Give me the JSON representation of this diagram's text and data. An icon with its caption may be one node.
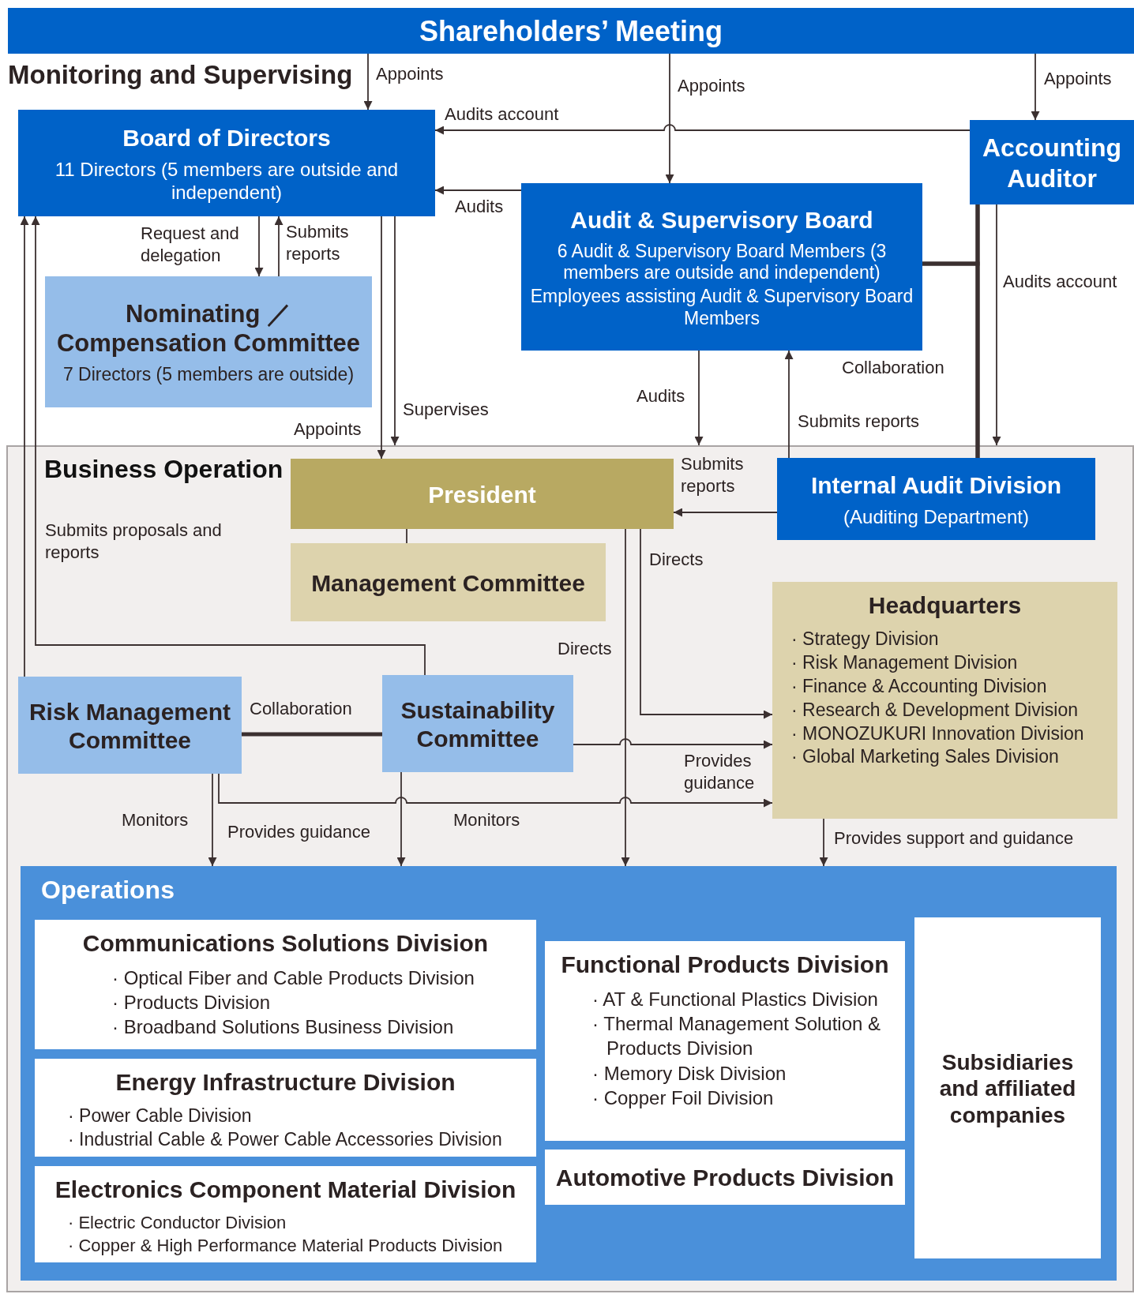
{
  "diagram": {
    "nodes": [
      {
        "text": [
          "Shareholders’ Meeting"
        ]
      },
      {
        "text": [
          "Board of Directors",
          "11 Directors (5 members are outside and independent)"
        ]
      },
      {
        "text": [
          "Nominating ／ Compensation Committee",
          "7 Directors (5 members are outside)"
        ]
      },
      {
        "text": [
          "Audit & Supervisory Board",
          "6 Audit & Supervisory Board Members (3 members are outside and independent)",
          "Employees assisting Audit & Supervisory Board Members"
        ]
      },
      {
        "text": [
          "Accounting Auditor"
        ]
      },
      {
        "text": [
          "Business Operation"
        ]
      },
      {
        "text": [
          "President"
        ],
        "in": 5
      },
      {
        "text": [
          "Management Committee"
        ],
        "in": 5
      },
      {
        "text": [
          "Internal Audit Division",
          "(Auditing Department)"
        ],
        "in": 5
      },
      {
        "text": [
          "Headquarters",
          "· Strategy Division",
          "· Risk Management Division",
          "· Finance & Accounting Division",
          "· Research & Development Division",
          "· MONOZUKURI Innovation Division",
          "· Global Marketing Sales Division"
        ],
        "in": 5
      },
      {
        "text": [
          "Risk Management Committee"
        ],
        "in": 5
      },
      {
        "text": [
          "Sustainability Committee"
        ],
        "in": 5
      },
      {
        "text": [
          "Operations"
        ],
        "in": 5
      },
      {
        "text": [
          "Communications Solutions Division",
          "· Optical Fiber and Cable Products Division",
          "· Products Division",
          "· Broadband Solutions Business Division"
        ],
        "in": 12
      },
      {
        "text": [
          "Energy Infrastructure Division",
          "· Power Cable Division",
          "· Industrial Cable & Power Cable Accessories Division"
        ],
        "in": 12
      },
      {
        "text": [
          "Electronics Component Material Division",
          "· Electric Conductor Division",
          "· Copper & High Performance Material Products Division"
        ],
        "in": 12
      },
      {
        "text": [
          "Functional Products Division",
          "· AT & Functional Plastics Division",
          "· Thermal Management Solution & Products Division",
          "· Memory Disk Division",
          "· Copper Foil Division"
        ],
        "in": 12
      },
      {
        "text": [
          "Automotive Products Division"
        ],
        "in": 12
      },
      {
        "text": [
          "Subsidiaries and affiliated companies"
        ],
        "in": 12
      }
    ],
    "edges": [
      {
        "from": 0,
        "to": 1,
        "arrow": "to",
        "label": "Appoints"
      },
      {
        "from": 0,
        "to": 3,
        "arrow": "to",
        "label": "Appoints"
      },
      {
        "from": 0,
        "to": 4,
        "arrow": "to",
        "label": "Appoints"
      },
      {
        "from": 4,
        "to": 1,
        "arrow": "to",
        "label": "Audits account"
      },
      {
        "from": 3,
        "to": 1,
        "arrow": "to",
        "label": "Audits"
      },
      {
        "from": 1,
        "to": 2,
        "arrow": "to",
        "label": "Request and delegation"
      },
      {
        "from": 2,
        "to": 1,
        "arrow": "to",
        "label": "Submits reports"
      },
      {
        "from": 1,
        "to": 6,
        "arrow": "to",
        "label": "Appoints"
      },
      {
        "from": 1,
        "to": 5,
        "arrow": "to",
        "label": "Supervises"
      },
      {
        "from": 3,
        "to": 5,
        "arrow": "to",
        "label": "Audits"
      },
      {
        "from": 8,
        "to": 3,
        "arrow": "to",
        "label": "Submits reports"
      },
      {
        "from": 3,
        "to": 4,
        "arrow": "none",
        "style": "thick"
      },
      {
        "from": 3,
        "to": 8,
        "arrow": "none",
        "style": "thick",
        "label": "Collaboration"
      },
      {
        "from": 4,
        "to": 8,
        "arrow": "none",
        "style": "thick"
      },
      {
        "from": 4,
        "to": 5,
        "arrow": "to",
        "label": "Audits account"
      },
      {
        "from": 8,
        "to": 6,
        "arrow": "to",
        "label": "Submits reports"
      },
      {
        "from": 6,
        "to": 7,
        "arrow": "none"
      },
      {
        "from": 6,
        "to": 9,
        "arrow": "to",
        "label": "Directs"
      },
      {
        "from": 6,
        "to": 12,
        "arrow": "to",
        "label": "Directs"
      },
      {
        "from": 10,
        "to": 1,
        "arrow": "to",
        "label": "Submits proposals and reports"
      },
      {
        "from": 11,
        "to": 1,
        "arrow": "to"
      },
      {
        "from": 10,
        "to": 11,
        "arrow": "none",
        "style": "thick",
        "label": "Collaboration"
      },
      {
        "from": 11,
        "to": 9,
        "arrow": "to",
        "label": "Provides guidance"
      },
      {
        "from": 10,
        "to": 9,
        "arrow": "to",
        "label": "Monitors"
      },
      {
        "from": 10,
        "to": 12,
        "arrow": "to",
        "label": "Monitors"
      },
      {
        "from": 11,
        "to": 12,
        "arrow": "to",
        "label": "Provides guidance"
      },
      {
        "from": 9,
        "to": 12,
        "arrow": "to",
        "label": "Provides support and guidance"
      }
    ],
    "labels": [
      "Monitoring and Supervising"
    ]
  }
}
